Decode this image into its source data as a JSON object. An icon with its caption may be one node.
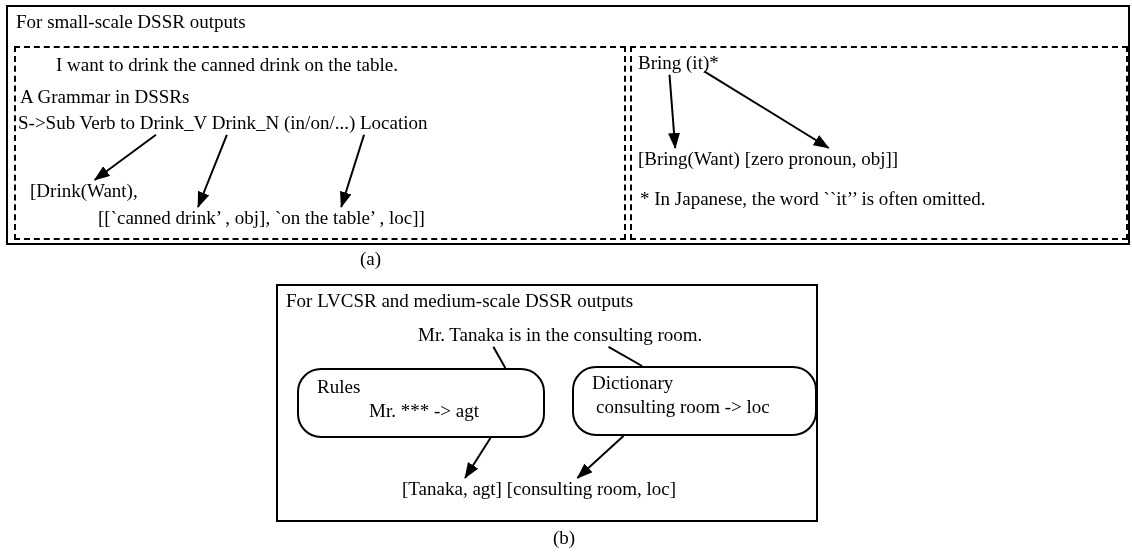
{
  "diagram": {
    "nodes": [
      {
        "text": [
          "For small-scale DSSR outputs"
        ]
      },
      {
        "text": [
          "I want to drink the canned drink on the table.",
          "A Grammar in DSSRs"
        ],
        "in": 0
      },
      {
        "text": [
          "S->Sub Verb to Drink_V Drink_N (in/on/...) Location"
        ],
        "in": 1
      },
      {
        "text": [
          "[Drink(Want),"
        ],
        "in": 1
      },
      {
        "text": [
          "[[`canned drink’  , obj], `on the table’  ,  loc]]"
        ],
        "in": 1
      },
      {
        "text": [
          "* In Japanese, the word ``it’’ is often omitted."
        ],
        "in": 0
      },
      {
        "text": [
          "Bring (it)*"
        ],
        "in": 5
      },
      {
        "text": [
          "[Bring(Want) [zero pronoun, obj]]"
        ],
        "in": 5
      },
      {
        "text": [
          "For LVCSR and medium-scale DSSR outputs"
        ]
      },
      {
        "text": [
          "Mr. Tanaka is in the consulting room."
        ],
        "in": 8
      },
      {
        "text": [
          "Rules",
          "Mr. *** -> agt"
        ],
        "in": 8
      },
      {
        "text": [
          "Dictionary",
          "consulting room -> loc"
        ],
        "in": 8
      },
      {
        "text": [
          "[Tanaka, agt] [consulting room, loc]"
        ],
        "in": 8
      }
    ],
    "edges": [
      {
        "from": 2,
        "to": 3,
        "arrow": "to"
      },
      {
        "from": 2,
        "to": 4,
        "arrow": "to"
      },
      {
        "from": 2,
        "to": 4,
        "arrow": "to"
      },
      {
        "from": 6,
        "to": 7,
        "arrow": "to"
      },
      {
        "from": 6,
        "to": 7,
        "arrow": "to"
      },
      {
        "from": 9,
        "to": 10,
        "arrow": "none"
      },
      {
        "from": 9,
        "to": 11,
        "arrow": "none"
      },
      {
        "from": 10,
        "to": 12,
        "arrow": "to"
      },
      {
        "from": 11,
        "to": 12,
        "arrow": "to"
      }
    ],
    "labels": [
      "(a)",
      "(b)"
    ]
  }
}
